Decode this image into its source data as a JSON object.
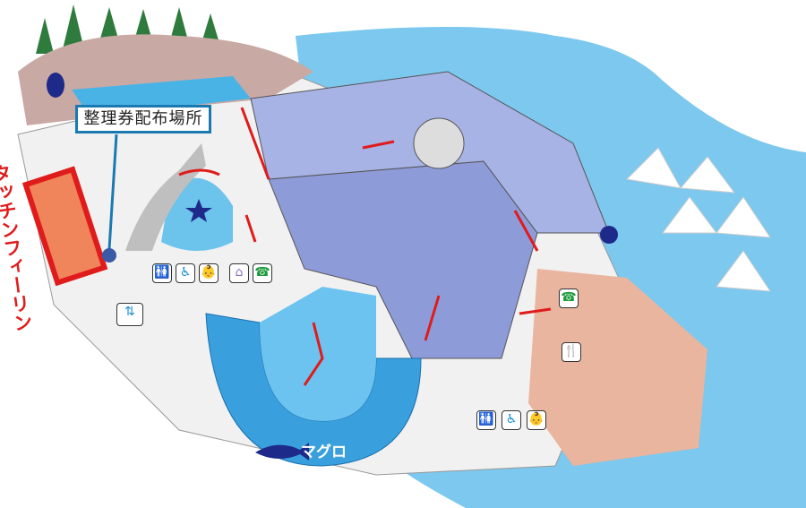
{
  "labels": {
    "ticket_distribution": "整理券配布場所",
    "touch_n_feeling": "タッチンフィーリン",
    "tuna": "マグロ"
  },
  "icons": {
    "restroom": "🚻",
    "wheelchair": "♿",
    "baby": "👶",
    "nursing": "⌂",
    "phone": "☎",
    "restaurant": "🍴",
    "elevator": "⇅"
  },
  "colors": {
    "sea": "#7cc8ee",
    "highlight": "#e01b1b",
    "callout_border": "#1a7ab0",
    "floor": "#8d9bd8"
  }
}
